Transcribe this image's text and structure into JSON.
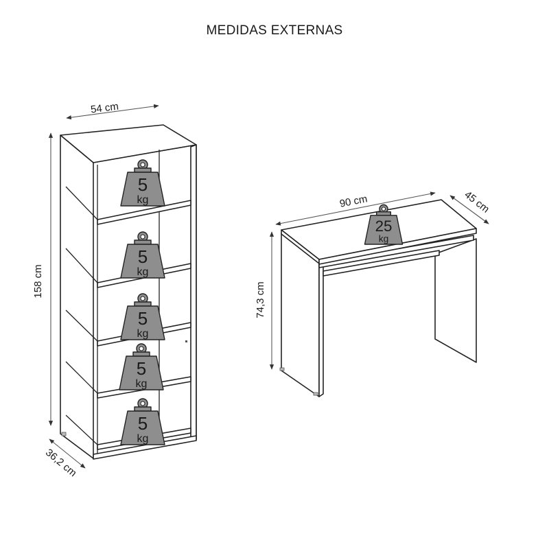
{
  "title": "MEDIDAS EXTERNAS",
  "bookcase": {
    "width_label": "54 cm",
    "height_label": "158 cm",
    "depth_label": "36,2 cm",
    "shelf_loads": [
      {
        "value": "5",
        "unit": "kg"
      },
      {
        "value": "5",
        "unit": "kg"
      },
      {
        "value": "5",
        "unit": "kg"
      },
      {
        "value": "5",
        "unit": "kg"
      },
      {
        "value": "5",
        "unit": "kg"
      }
    ]
  },
  "desk": {
    "width_label": "90 cm",
    "depth_label": "45 cm",
    "height_label": "74,3 cm",
    "load": {
      "value": "25",
      "unit": "kg"
    }
  }
}
